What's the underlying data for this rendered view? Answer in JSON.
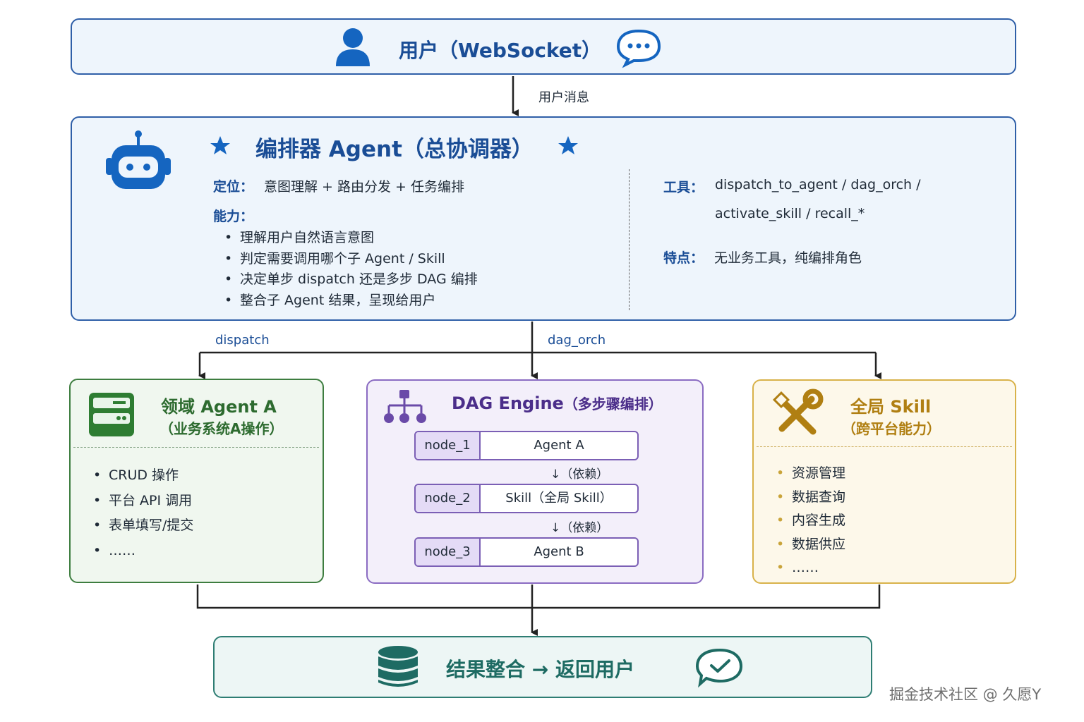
{
  "user": {
    "title": "用户（WebSocket）",
    "icons": [
      "user-icon",
      "chat-bubble-icon"
    ]
  },
  "edges": {
    "user_msg": "用户消息",
    "dispatch": "dispatch",
    "dag_orch": "dag_orch"
  },
  "orchestrator": {
    "title": "编排器 Agent（总协调器）",
    "position_label": "定位：",
    "position_text": "意图理解 + 路由分发 + 任务编排",
    "ability_label": "能力：",
    "abilities": [
      "理解用户自然语言意图",
      "判定需要调用哪个子 Agent / Skill",
      "决定单步 dispatch 还是多步 DAG 编排",
      "整合子 Agent 结果，呈现给用户"
    ],
    "tools_label": "工具：",
    "tools_line1": "dispatch_to_agent / dag_orch /",
    "tools_line2": "activate_skill / recall_*",
    "feature_label": "特点：",
    "feature_text": "无业务工具，纯编排角色",
    "icons": [
      "robot-icon",
      "star-icon"
    ]
  },
  "domain_agent": {
    "title": "领域 Agent A",
    "subtitle": "（业务系统A操作）",
    "items": [
      "CRUD 操作",
      "平台 API 调用",
      "表单填写/提交",
      "……"
    ],
    "icon": "server-icon"
  },
  "dag": {
    "title": "DAG Engine",
    "title_suffix": "（多步骤编排）",
    "nodes": [
      {
        "id": "node_1",
        "value": "Agent A"
      },
      {
        "id": "node_2",
        "value": "Skill（全局 Skill）"
      },
      {
        "id": "node_3",
        "value": "Agent B"
      }
    ],
    "dep_label": "↓（依赖）",
    "icon": "hierarchy-icon"
  },
  "skill": {
    "title": "全局 Skill",
    "subtitle": "（跨平台能力）",
    "items": [
      "资源管理",
      "数据查询",
      "内容生成",
      "数据供应",
      "……"
    ],
    "icon": "tools-icon"
  },
  "result": {
    "title": "结果整合 → 返回用户",
    "icons": [
      "database-icon",
      "chat-check-icon"
    ]
  },
  "watermark": "掘金技术社区 @ 久愿Y",
  "colors": {
    "blue": "#1a4d96",
    "green": "#2d6b2f",
    "purple": "#4b2e8a",
    "gold": "#b07f12",
    "teal": "#1e6b63"
  }
}
